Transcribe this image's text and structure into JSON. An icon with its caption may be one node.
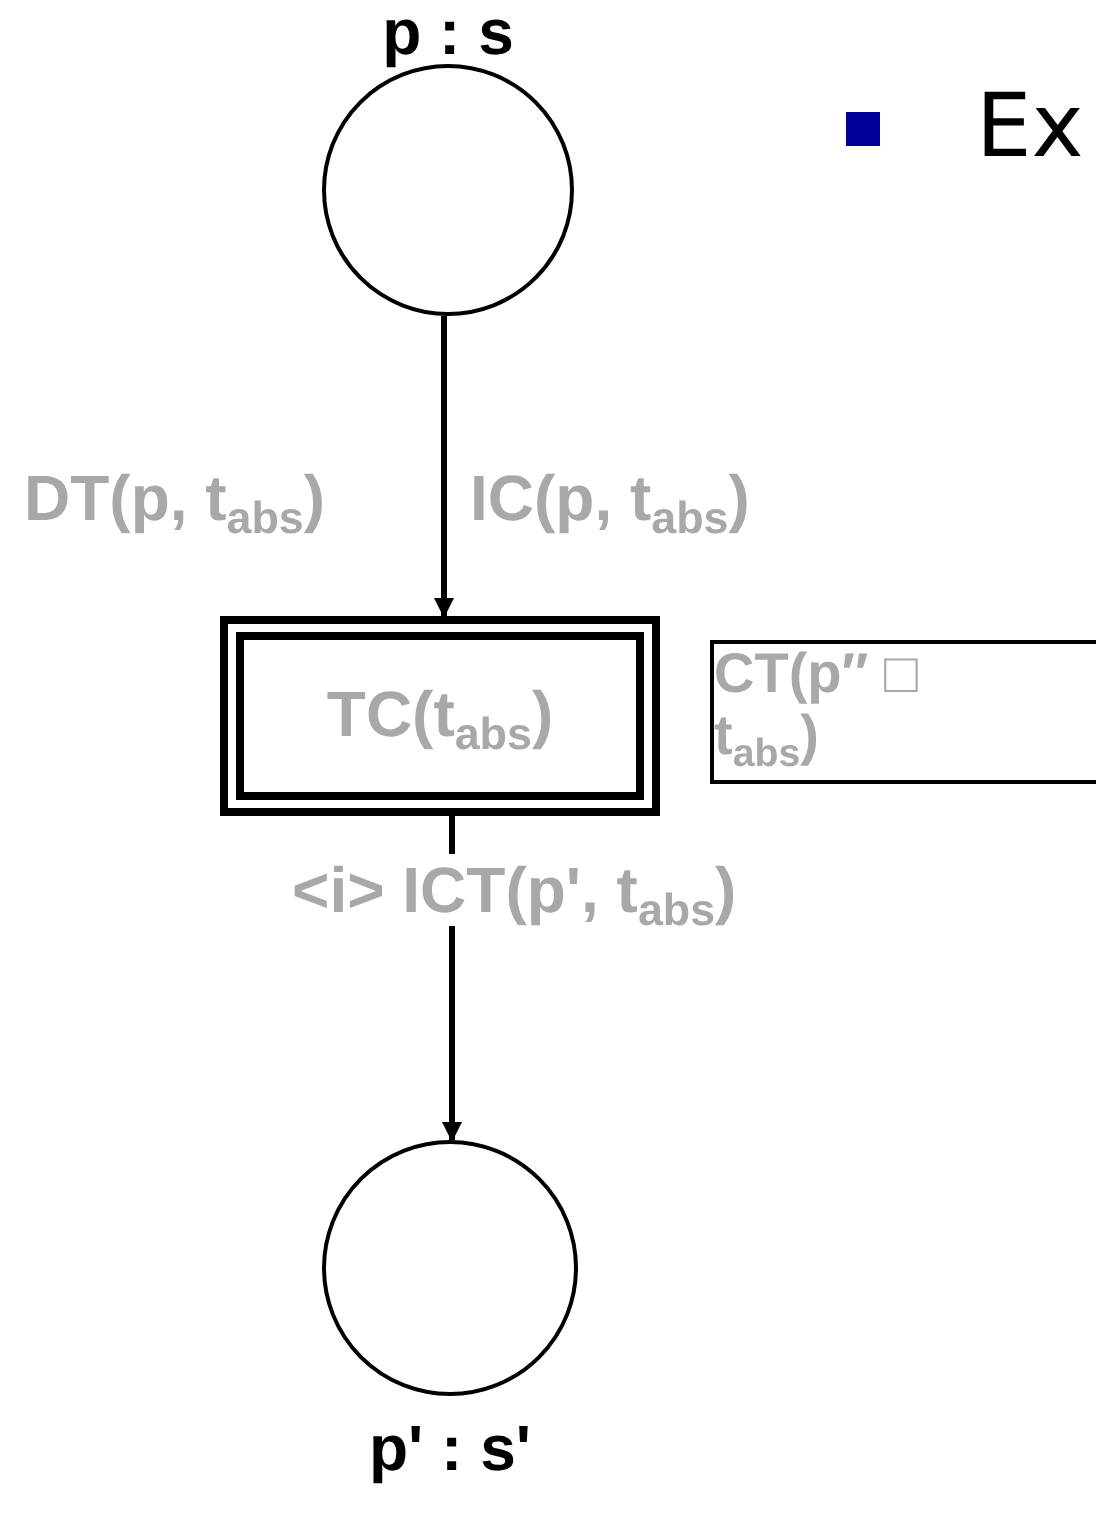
{
  "diagram": {
    "nodes": [
      {
        "text": [
          "p : s"
        ]
      },
      {
        "text": [
          "TC(t$_{abs}$)"
        ]
      },
      {
        "text": [
          "p' : s'"
        ]
      },
      {
        "text": [
          "CT(p″ □ t$_{abs}$)"
        ]
      }
    ],
    "edges": [
      {
        "from": 0,
        "to": 1,
        "arrow": "to"
      },
      {
        "from": 1,
        "to": 2,
        "arrow": "to",
        "label": "<i> ICT(p', t$_{abs}$)"
      }
    ],
    "labels": [
      "Ex",
      "DT(p, t$_{abs}$)",
      "IC(p, t$_{abs}$)"
    ]
  }
}
